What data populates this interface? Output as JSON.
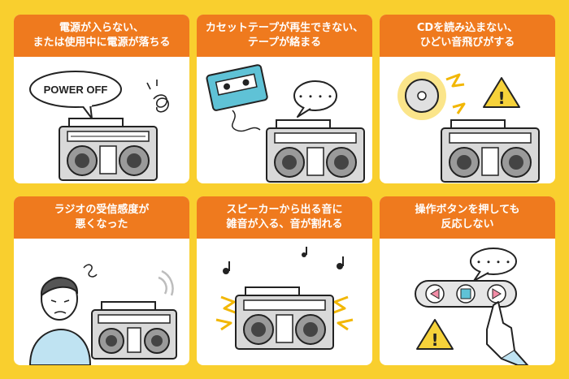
{
  "colors": {
    "background": "#f9cf2e",
    "card": "#ffffff",
    "header": "#ef7a1e",
    "accent": "#f6d23a"
  },
  "cards": [
    {
      "title": "電源が入らない、\nまたは使用中に電源が落ちる",
      "icons": [
        "boombox-icon",
        "speech-bubble-icon",
        "scribble-icon"
      ],
      "bubble_text": "POWER OFF"
    },
    {
      "title": "カセットテープが再生できない、\nテープが絡まる",
      "icons": [
        "boombox-icon",
        "cassette-icon",
        "speech-bubble-icon"
      ],
      "bubble_text": "・・・・"
    },
    {
      "title": "CDを読み込まない、\nひどい音飛びがする",
      "icons": [
        "boombox-icon",
        "cd-icon",
        "lightning-icon",
        "warning-icon"
      ],
      "warning_mark": "!"
    },
    {
      "title": "ラジオの受信感度が\n悪くなった",
      "icons": [
        "boombox-icon",
        "worried-person-icon",
        "signal-icon"
      ]
    },
    {
      "title": "スピーカーから出る音に\n雑音が入る、音が割れる",
      "icons": [
        "boombox-icon",
        "noise-burst-icon",
        "music-note-icon"
      ]
    },
    {
      "title": "操作ボタンを押しても\n反応しない",
      "icons": [
        "button-row-icon",
        "pointing-hand-icon",
        "speech-bubble-icon",
        "warning-icon"
      ],
      "bubble_text": "・・・・",
      "warning_mark": "!"
    }
  ]
}
